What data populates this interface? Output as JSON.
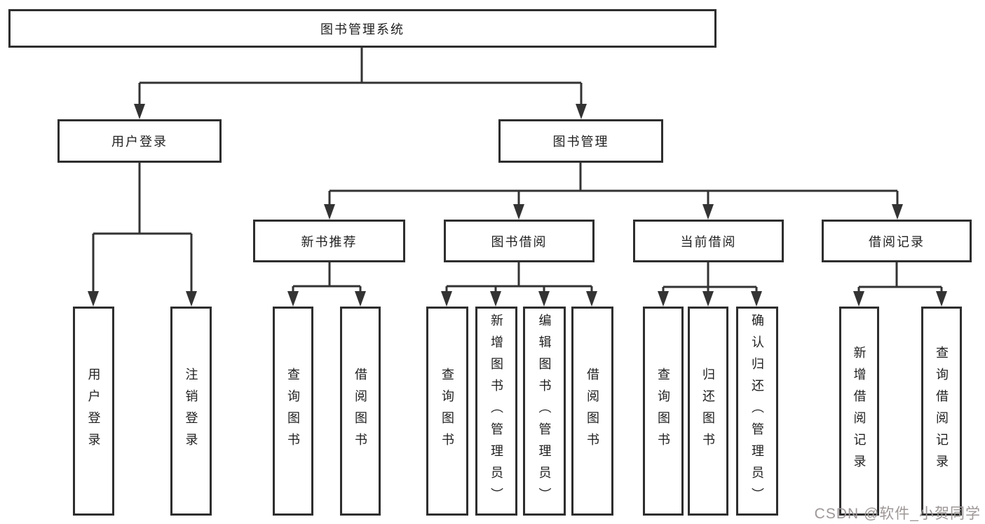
{
  "diagram_type": "tree-structure-diagram",
  "colors": {
    "line": "#333333",
    "box_border": "#2e2e2e",
    "box_fill": "#ffffff",
    "text": "#1f1f1f",
    "watermark": "#9e9797",
    "background": "#ffffff"
  },
  "nodes": {
    "root": {
      "label": "图书管理系统"
    },
    "l1": [
      {
        "label": "用户登录"
      },
      {
        "label": "图书管理"
      }
    ],
    "l2": [
      {
        "label": "新书推荐"
      },
      {
        "label": "图书借阅"
      },
      {
        "label": "当前借阅"
      },
      {
        "label": "借阅记录"
      }
    ],
    "leaves_login": [
      {
        "label": "用户登录"
      },
      {
        "label": "注销登录"
      }
    ],
    "leaves_recommend": [
      {
        "label": "查询图书"
      },
      {
        "label": "借阅图书"
      }
    ],
    "leaves_borrow": [
      {
        "label": "查询图书"
      },
      {
        "label": "新增图书（管理员）"
      },
      {
        "label": "编辑图书（管理员）"
      },
      {
        "label": "借阅图书"
      }
    ],
    "leaves_current": [
      {
        "label": "查询图书"
      },
      {
        "label": "归还图书"
      },
      {
        "label": "确认归还（管理员）"
      }
    ],
    "leaves_records": [
      {
        "label": "新增借阅记录"
      },
      {
        "label": "查询借阅记录"
      }
    ]
  },
  "watermark": {
    "text": "CSDN @软件_小贺同学"
  }
}
